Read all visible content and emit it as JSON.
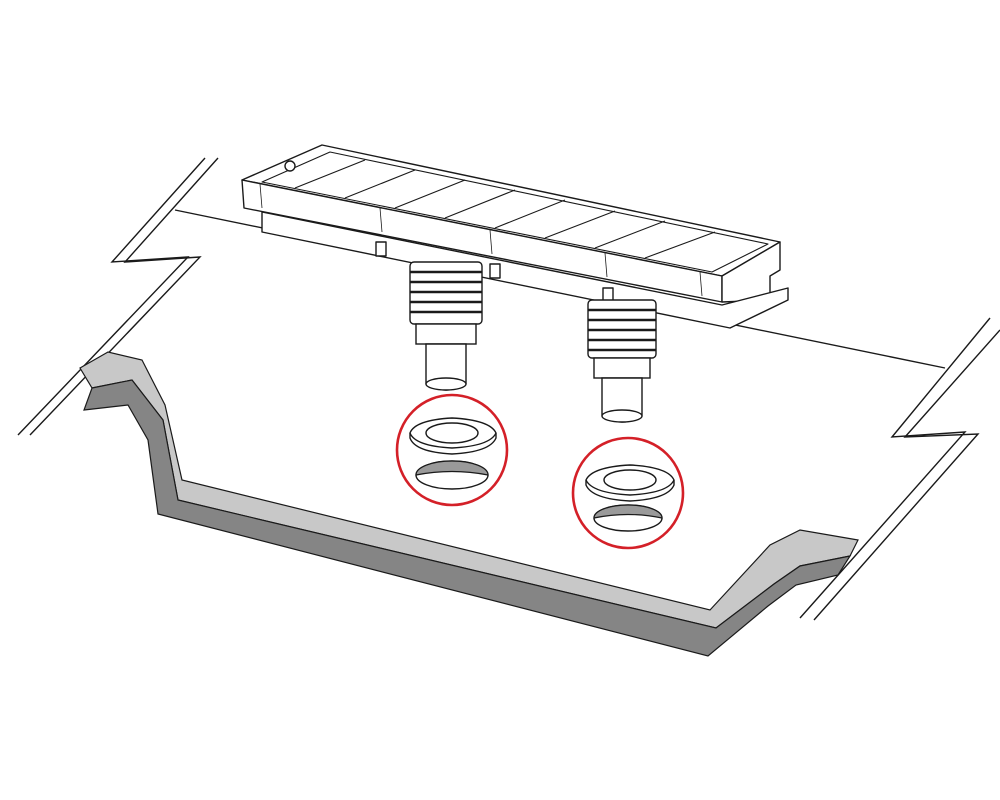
{
  "diagram": {
    "kind": "installation-illustration",
    "components": [
      "mounting-surface",
      "roof-gutter-profile",
      "drain-grate-housing",
      "drain-outlet-left",
      "drain-outlet-right",
      "sealing-gasket-left",
      "sealing-gasket-right",
      "outlet-hole-left",
      "outlet-hole-right"
    ],
    "highlight_count": 2
  },
  "colors": {
    "line": "#1a1a1a",
    "profile_dark": "#858585",
    "profile_light": "#c8c8c8",
    "highlight": "#d42028",
    "hole_shade": "#9a9a9a"
  }
}
